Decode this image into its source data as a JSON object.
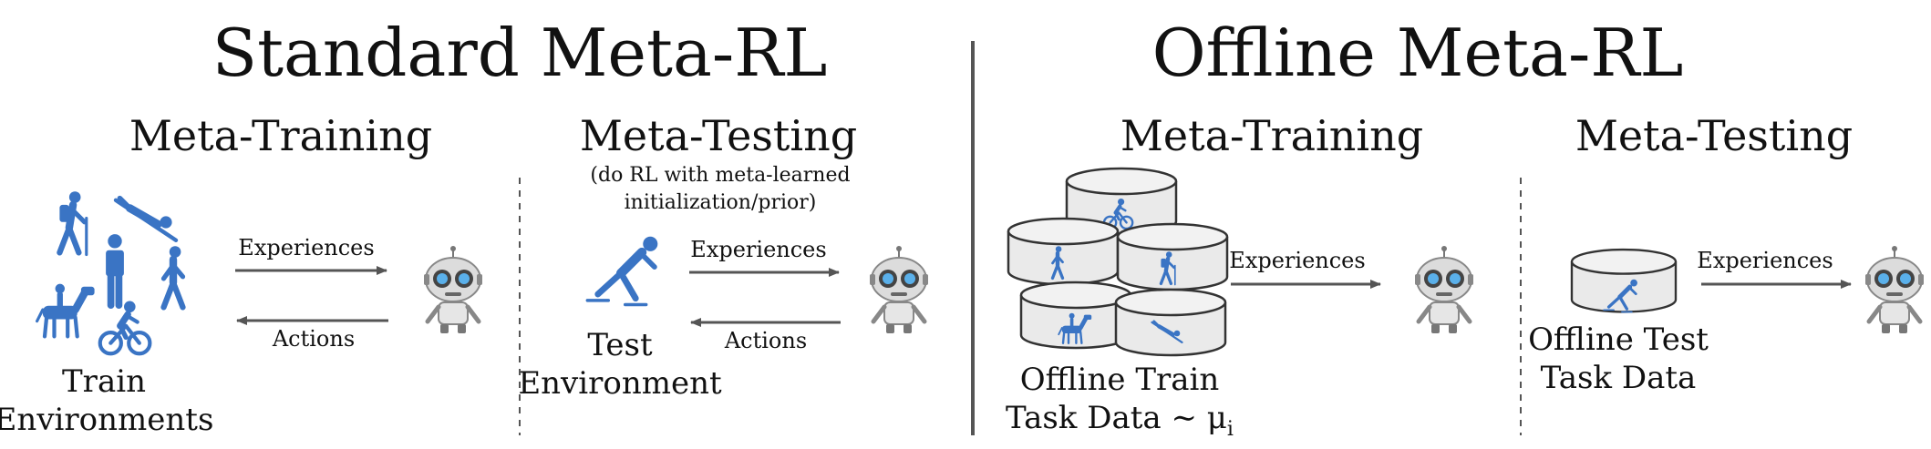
{
  "standard": {
    "title": "Standard Meta-RL",
    "training": {
      "heading": "Meta-Training",
      "environments_label_line1": "Train",
      "environments_label_line2": "Environments",
      "arrow_top": "Experiences",
      "arrow_bottom": "Actions"
    },
    "testing": {
      "heading": "Meta-Testing",
      "note_line1": "(do RL with meta-learned",
      "note_line2": "initialization/prior)",
      "env_label_line1": "Test",
      "env_label_line2": "Environment",
      "arrow_top": "Experiences",
      "arrow_bottom": "Actions"
    }
  },
  "offline": {
    "title": "Offline Meta-RL",
    "training": {
      "heading": "Meta-Training",
      "data_label_line1": "Offline Train",
      "data_label_line2": "Task Data ∼ μ",
      "data_label_sub": "i",
      "arrow": "Experiences"
    },
    "testing": {
      "heading": "Meta-Testing",
      "data_label_line1": "Offline Test",
      "data_label_line2": "Task Data",
      "arrow": "Experiences"
    }
  },
  "colors": {
    "icon_blue": "#3a74c4",
    "line": "#555555",
    "text": "#111111"
  }
}
